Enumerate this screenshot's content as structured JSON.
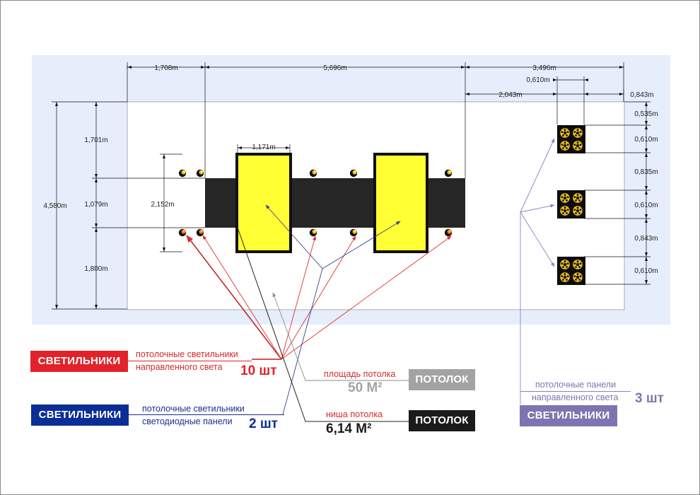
{
  "dimensions": {
    "top_left": "1,708m",
    "top_middle": "5,696m",
    "top_right": "3,496m",
    "panel_width": "0,610m",
    "right_offset": "2,043m",
    "right_margin": "0,843m",
    "left_total": "4,580m",
    "left_top": "1,701m",
    "left_middle": "1,079m",
    "left_bottom": "1,800m",
    "spot_span": "2,152m",
    "yellow_width": "1,171m",
    "right_1": "0,535m",
    "right_2": "0,610m",
    "right_3": "0,835m",
    "right_4": "0,610m",
    "right_5": "0,843m",
    "right_6": "0,610m"
  },
  "legend": {
    "spot_lights": {
      "tag": "СВЕТИЛЬНИКИ",
      "line1": "потолочные светильники",
      "line2": "направленного света",
      "count": "10 шт"
    },
    "led_panels": {
      "tag": "СВЕТИЛЬНИКИ",
      "line1": "потолочные светильники",
      "line2": "светодиодные панели",
      "count": "2 шт"
    },
    "ceiling_area": {
      "tag": "ПОТОЛОК",
      "line1": "площадь потолка",
      "value": "50 М²"
    },
    "ceiling_niche": {
      "tag": "ПОТОЛОК",
      "line1": "ниша потолка",
      "value": "6,14 М²"
    },
    "directional_panels": {
      "tag": "СВЕТИЛЬНИКИ",
      "line1": "потолочные панели",
      "line2": "направленного света",
      "count": "3 шт"
    }
  },
  "colors": {
    "plan_background": "#e6eefb",
    "ceiling": "#ffffff",
    "niche": "#262626",
    "led_panel": "#ffff33",
    "red_tag": "#e2222b",
    "blue_tag": "#0a2e96",
    "grey_tag": "#a3a3a3",
    "black_tag": "#1b1b1b",
    "purple_tag": "#7f74b0",
    "red_line": "#e03030",
    "blue_line": "#3a3f8e",
    "purple_line": "#8a80c0"
  }
}
